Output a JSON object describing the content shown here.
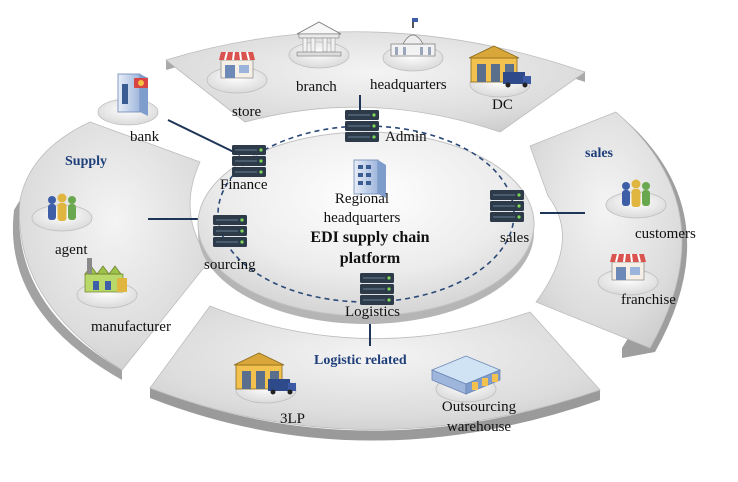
{
  "ring_segments": {
    "supply": "Supply",
    "sales": "sales",
    "logistic": "Logistic related"
  },
  "platform": {
    "title_line1": "EDI supply chain",
    "title_line2": "platform",
    "regional_line1": "Regional",
    "regional_line2": "headquarters"
  },
  "nodes": {
    "admin": "Admin",
    "finance": "Finance",
    "sourcing": "sourcing",
    "sales": "sales",
    "logistics": "Logistics"
  },
  "partners": {
    "bank": "bank",
    "store": "store",
    "branch": "branch",
    "headquarters": "headquarters",
    "dc": "DC",
    "agent": "agent",
    "manufacturer": "manufacturer",
    "customers": "customers",
    "franchise": "franchise",
    "threepl": "3LP",
    "outsourcing_line1": "Outsourcing",
    "outsourcing_line2": "warehouse"
  },
  "colors": {
    "ring_top": "#e2e2e2",
    "ring_side": "#9e9e9e",
    "segment_title": "#1f3f7a",
    "connector": "#1f3557",
    "server": "#2c3a4a",
    "server_led": "#7ed957"
  }
}
